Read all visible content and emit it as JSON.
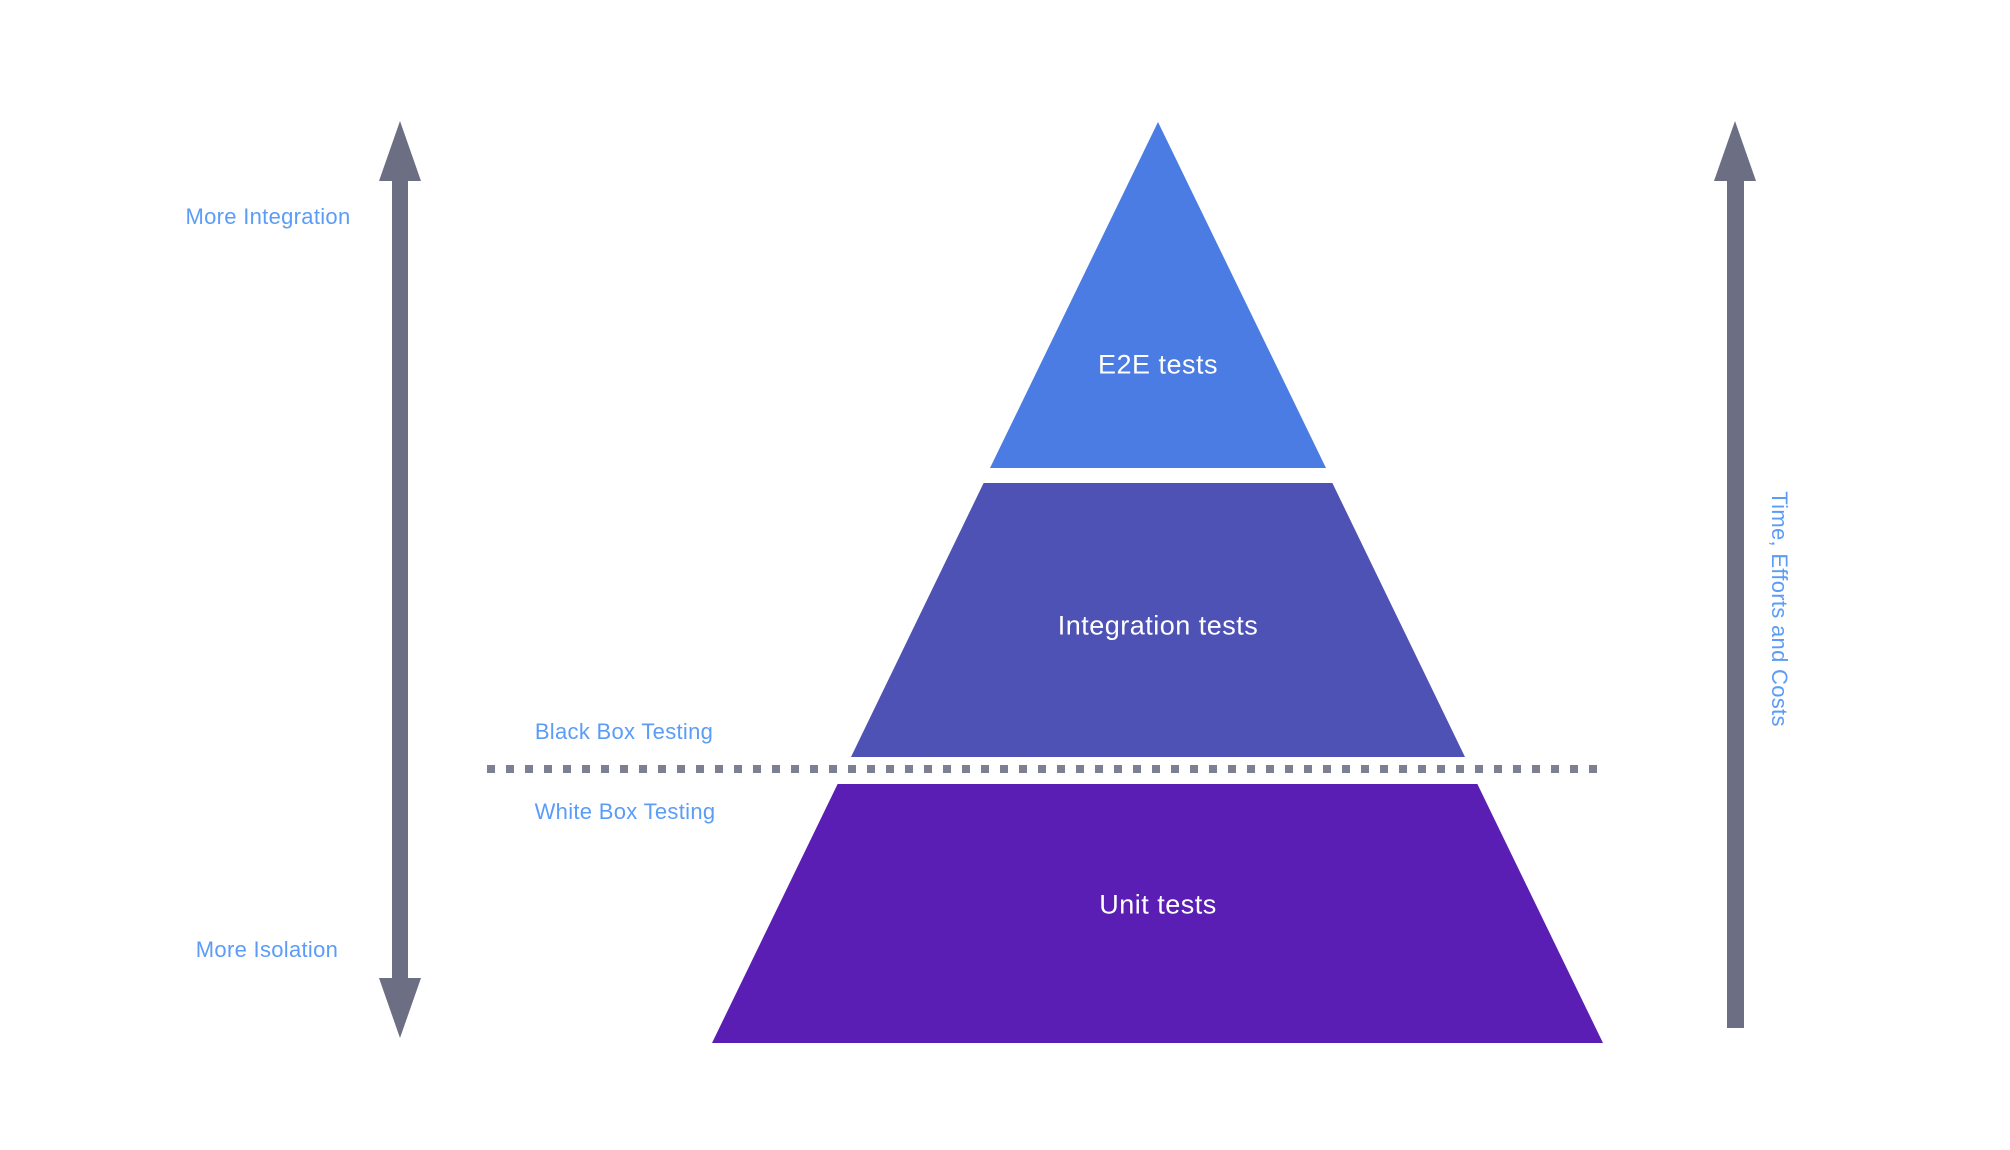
{
  "diagram": {
    "pyramid": {
      "levels": [
        {
          "id": "e2e",
          "label": "E2E tests",
          "color": "#4a7ce4"
        },
        {
          "id": "integration",
          "label": "Integration tests",
          "color": "#4f52b5"
        },
        {
          "id": "unit",
          "label": "Unit tests",
          "color": "#5a1eb4"
        }
      ],
      "text_color": "#ffffff"
    },
    "left_axis": {
      "top_label": "More Integration",
      "bottom_label": "More Isolation",
      "arrow_color": "#6c6e84",
      "arrow_style": "double-headed vertical"
    },
    "right_axis": {
      "label": "Time, Efforts and Costs",
      "arrow_color": "#6c6e84",
      "arrow_style": "single-headed vertical, pointing up"
    },
    "divider": {
      "above_label": "Black Box Testing",
      "below_label": "White Box Testing",
      "line_color": "#7c8090",
      "line_style": "dotted horizontal"
    },
    "label_color": "#5b9cf8"
  }
}
